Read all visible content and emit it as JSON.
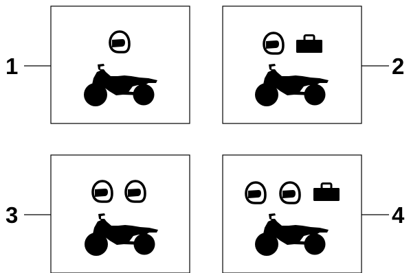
{
  "ink_color": "#000000",
  "background_color": "#ffffff",
  "panels": [
    {
      "number": "1",
      "riders": 1,
      "luggage": false,
      "callout_side": "left"
    },
    {
      "number": "2",
      "riders": 1,
      "luggage": true,
      "callout_side": "right"
    },
    {
      "number": "3",
      "riders": 2,
      "luggage": false,
      "callout_side": "left"
    },
    {
      "number": "4",
      "riders": 2,
      "luggage": true,
      "callout_side": "right"
    }
  ],
  "icons": {
    "rider": "helmet-icon",
    "luggage": "suitcase-icon",
    "vehicle": "motorcycle-icon"
  }
}
